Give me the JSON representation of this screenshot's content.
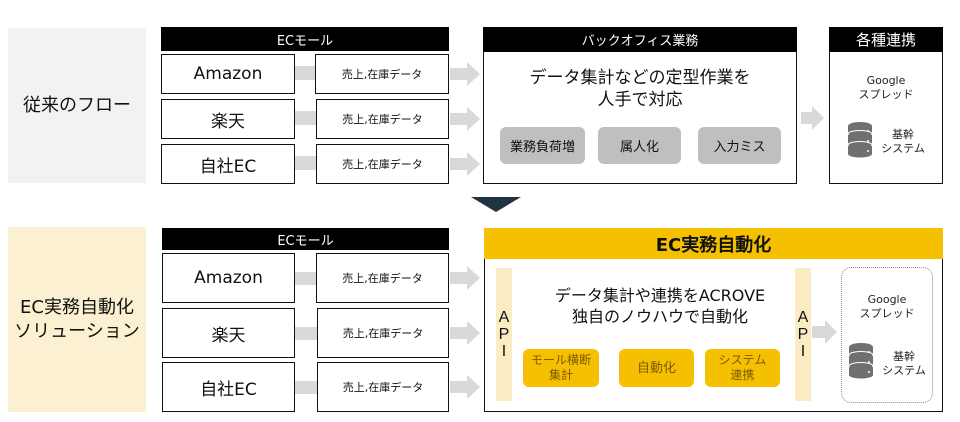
{
  "top_section": {
    "label": "従来のフロー",
    "ec_mall_header": "ECモール",
    "malls": [
      "Amazon",
      "楽天",
      "自社EC"
    ],
    "data_label": "売上,在庫データ",
    "backoffice": {
      "header": "バックオフィス業務",
      "description_line1": "データ集計などの定型作業を",
      "description_line2": "人手で対応",
      "issues": [
        "業務負荷増",
        "属人化",
        "入力ミス"
      ]
    },
    "integrations": {
      "header": "各種連携",
      "spreadsheet_line1": "Google",
      "spreadsheet_line2": "スプレッド",
      "core_line1": "基幹",
      "core_line2": "システム",
      "database_icon": "database-icon"
    }
  },
  "transition_arrow_icon": "chevron-down-triangle-icon",
  "bottom_section": {
    "label_line1": "EC実務自動化",
    "label_line2": "ソリューション",
    "ec_mall_header": "ECモール",
    "malls": [
      "Amazon",
      "楽天",
      "自社EC"
    ],
    "data_label": "売上,在庫データ",
    "automation": {
      "header": "EC実務自動化",
      "description_line1": "データ集計や連携をACROVE",
      "description_line2": "独自のノウハウで自動化",
      "api_left": [
        "A",
        "P",
        "I"
      ],
      "api_right": [
        "A",
        "P",
        "I"
      ],
      "features": [
        {
          "line1": "モール横断",
          "line2": "集計"
        },
        {
          "line1": "自動化",
          "line2": ""
        },
        {
          "line1": "システム",
          "line2": "連携"
        }
      ],
      "spreadsheet_line1": "Google",
      "spreadsheet_line2": "スプレッド",
      "core_line1": "基幹",
      "core_line2": "システム",
      "database_icon": "database-icon"
    }
  },
  "colors": {
    "header_black": "#000000",
    "gray_panel": "#f2f2f2",
    "yellow_panel": "#fbf0d1",
    "gold_accent": "#f5c000",
    "api_bar": "#fbecc4",
    "arrow_gray": "#d9d9d9",
    "chip_gray": "#bfbfbf",
    "down_arrow": "#1f3440"
  }
}
